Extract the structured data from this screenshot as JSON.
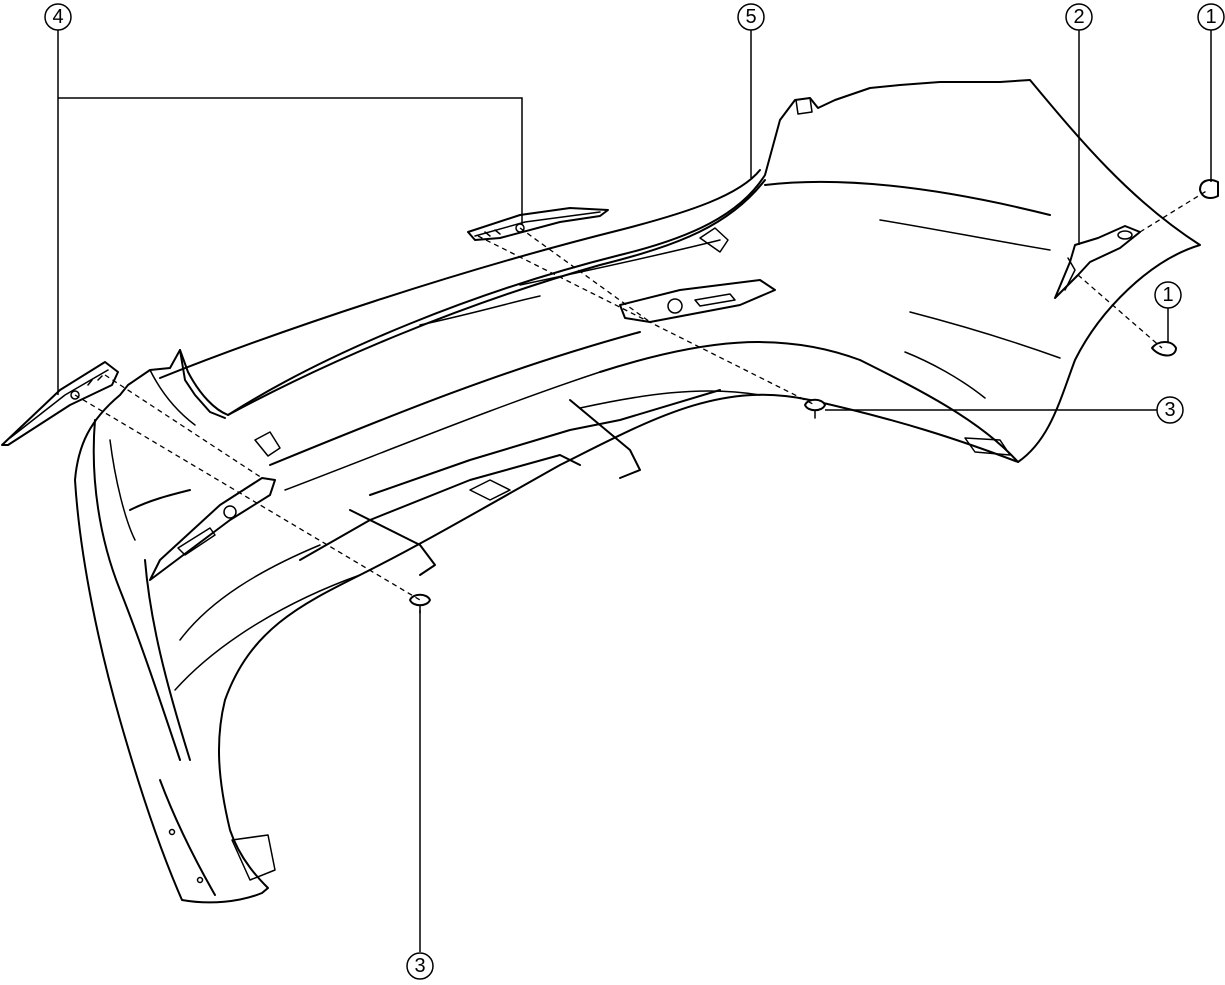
{
  "callouts": {
    "c1a": "1",
    "c1b": "1",
    "c2": "2",
    "c3a": "3",
    "c3b": "3",
    "c4": "4",
    "c5": "5"
  }
}
